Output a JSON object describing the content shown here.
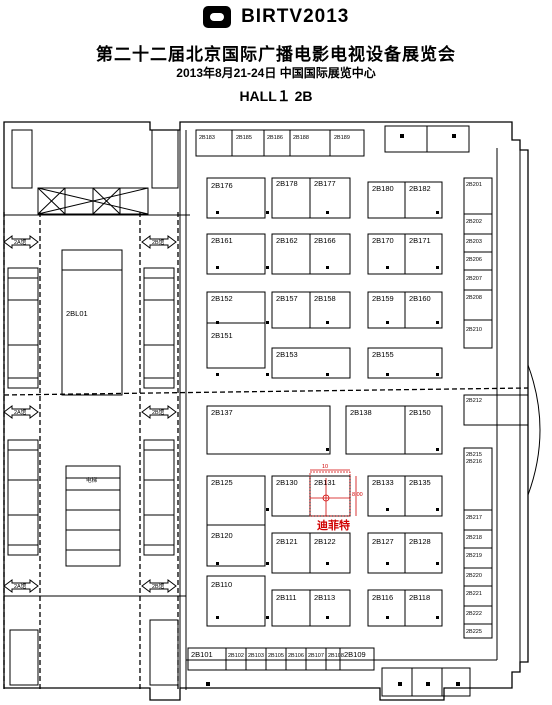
{
  "header": {
    "brand": "BIRTV2013",
    "title": "第二十二届北京国际广播电影电视设备展览会",
    "subtitle": "2013年8月21-24日 中国国际展览中心",
    "hall": "HALL１ 2B"
  },
  "booths": [
    {
      "id": "2B183"
    },
    {
      "id": "2B185"
    },
    {
      "id": "2B186"
    },
    {
      "id": "2B188"
    },
    {
      "id": "2B189"
    },
    {
      "id": "2B176"
    },
    {
      "id": "2B178"
    },
    {
      "id": "2B177"
    },
    {
      "id": "2B180"
    },
    {
      "id": "2B182"
    },
    {
      "id": "2B161"
    },
    {
      "id": "2B162"
    },
    {
      "id": "2B166"
    },
    {
      "id": "2B170"
    },
    {
      "id": "2B171"
    },
    {
      "id": "2B152"
    },
    {
      "id": "2B157"
    },
    {
      "id": "2B158"
    },
    {
      "id": "2B159"
    },
    {
      "id": "2B160"
    },
    {
      "id": "2B151"
    },
    {
      "id": "2B153"
    },
    {
      "id": "2B155"
    },
    {
      "id": "2B137"
    },
    {
      "id": "2B138"
    },
    {
      "id": "2B150"
    },
    {
      "id": "2B125"
    },
    {
      "id": "2B130"
    },
    {
      "id": "2B131"
    },
    {
      "id": "2B133"
    },
    {
      "id": "2B135"
    },
    {
      "id": "2B120"
    },
    {
      "id": "2B121"
    },
    {
      "id": "2B122"
    },
    {
      "id": "2B127"
    },
    {
      "id": "2B128"
    },
    {
      "id": "2B110"
    },
    {
      "id": "2B111"
    },
    {
      "id": "2B113"
    },
    {
      "id": "2B116"
    },
    {
      "id": "2B118"
    },
    {
      "id": "2B101"
    },
    {
      "id": "2B102"
    },
    {
      "id": "2B103"
    },
    {
      "id": "2B105"
    },
    {
      "id": "2B106"
    },
    {
      "id": "2B107"
    },
    {
      "id": "2B108"
    },
    {
      "id": "2B109"
    },
    {
      "id": "2B201"
    },
    {
      "id": "2B202"
    },
    {
      "id": "2B203"
    },
    {
      "id": "2B206"
    },
    {
      "id": "2B207"
    },
    {
      "id": "2B208"
    },
    {
      "id": "2B210"
    },
    {
      "id": "2B212"
    },
    {
      "id": "2B215"
    },
    {
      "id": "2B216"
    },
    {
      "id": "2B217"
    },
    {
      "id": "2B218"
    },
    {
      "id": "2B219"
    },
    {
      "id": "2B220"
    },
    {
      "id": "2B221"
    },
    {
      "id": "2B222"
    },
    {
      "id": "2B225"
    },
    {
      "id": "2BL01"
    }
  ],
  "exits": [
    "2A馆",
    "2B馆",
    "2A馆",
    "2B馆",
    "2A馆",
    "2B馆"
  ],
  "elevator": "电梯",
  "highlight": {
    "name": "迪菲特",
    "booth": "2B131",
    "dim_top": "10",
    "dim_side": "8.00"
  },
  "colors": {
    "line": "#000000",
    "highlight": "#d00000"
  }
}
